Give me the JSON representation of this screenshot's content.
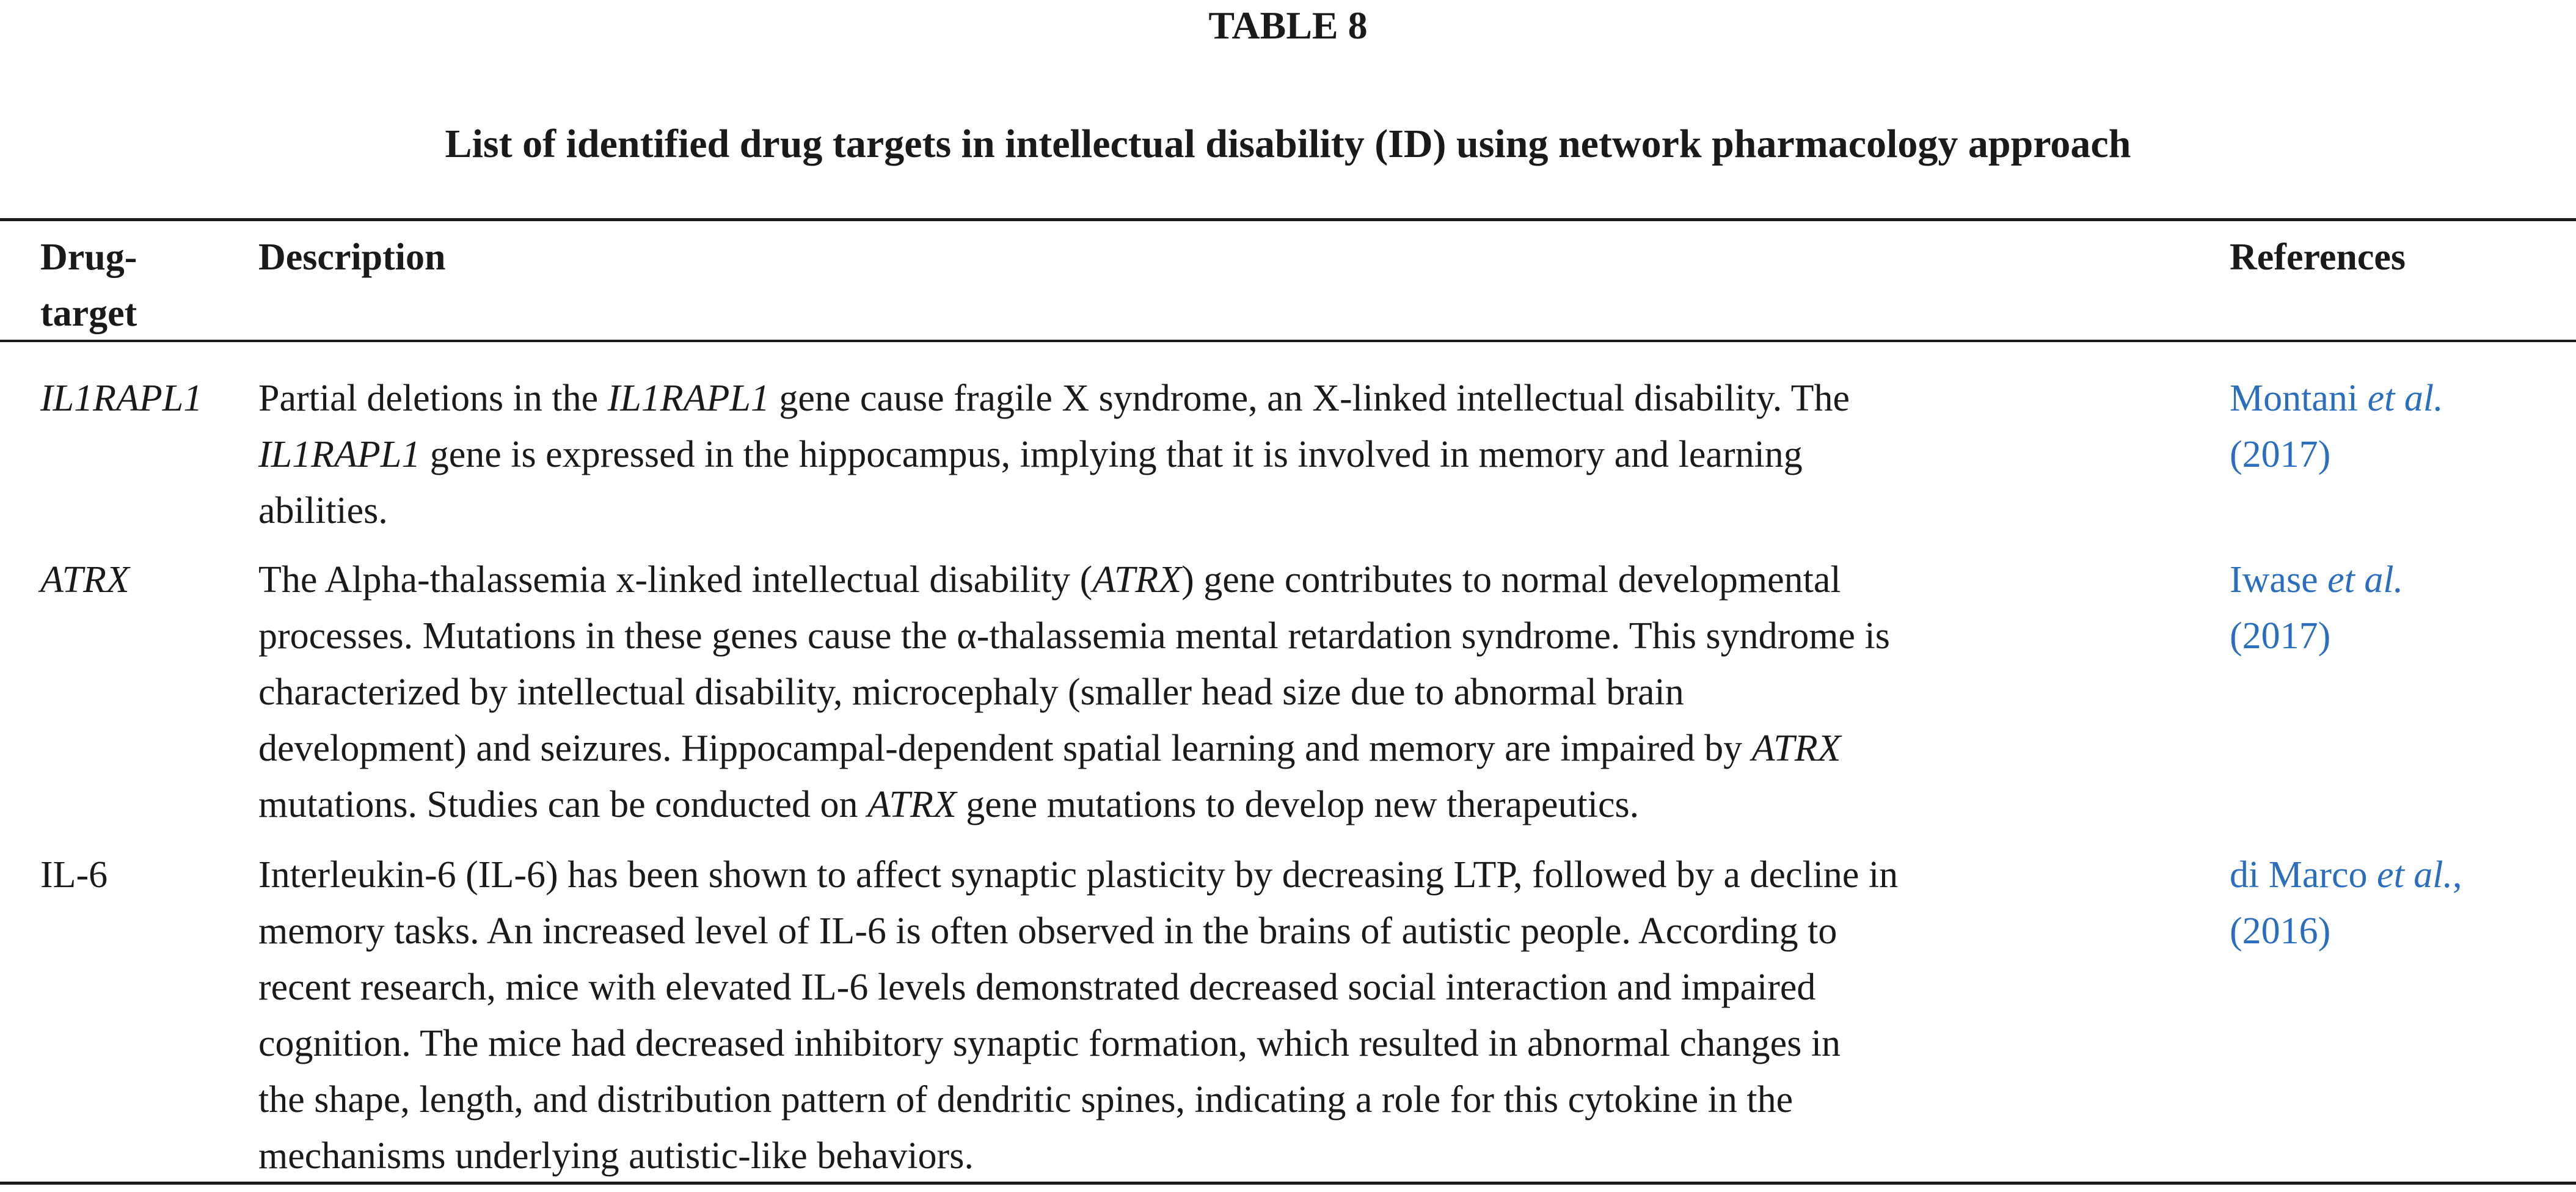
{
  "table": {
    "label": "TABLE 8",
    "caption": "List of identified drug targets in intellectual disability (ID) using network pharmacology approach",
    "headers": {
      "drug_target_line1": "Drug-",
      "drug_target_line2": "target",
      "description": "Description",
      "references": "References"
    },
    "rows": [
      {
        "target": "IL1RAPL1",
        "target_italic": true,
        "description_lines": [
          [
            {
              "t": "Partial deletions in the "
            },
            {
              "t": "IL1RAPL1",
              "i": true
            },
            {
              "t": " gene cause fragile X syndrome, an X-linked intellectual disability. The"
            }
          ],
          [
            {
              "t": "IL1RAPL1",
              "i": true
            },
            {
              "t": " gene is expressed in the hippocampus, implying that it is involved in memory and learning"
            }
          ],
          [
            {
              "t": "abilities."
            }
          ]
        ],
        "reference_lines": [
          [
            {
              "t": "Montani "
            },
            {
              "t": "et al.",
              "i": true
            }
          ],
          [
            {
              "t": "(2017)"
            }
          ]
        ]
      },
      {
        "target": "ATRX",
        "target_italic": true,
        "description_lines": [
          [
            {
              "t": "The Alpha-thalassemia x-linked intellectual disability ("
            },
            {
              "t": "ATRX",
              "i": true
            },
            {
              "t": ") gene contributes to normal developmental"
            }
          ],
          [
            {
              "t": "processes. Mutations in these genes cause the α-thalassemia mental retardation syndrome. This syndrome is"
            }
          ],
          [
            {
              "t": "characterized by intellectual disability, microcephaly (smaller head size due to abnormal brain"
            }
          ],
          [
            {
              "t": "development) and seizures. Hippocampal-dependent spatial learning and memory are impaired by "
            },
            {
              "t": "ATRX",
              "i": true
            }
          ],
          [
            {
              "t": "mutations. Studies can be conducted on "
            },
            {
              "t": "ATRX",
              "i": true
            },
            {
              "t": " gene mutations to develop new therapeutics."
            }
          ]
        ],
        "reference_lines": [
          [
            {
              "t": "Iwase "
            },
            {
              "t": "et al.",
              "i": true
            }
          ],
          [
            {
              "t": "(2017)"
            }
          ]
        ]
      },
      {
        "target": "IL-6",
        "target_italic": false,
        "description_lines": [
          [
            {
              "t": "Interleukin-6 (IL-6) has been shown to affect synaptic plasticity by decreasing LTP, followed by a decline in"
            }
          ],
          [
            {
              "t": "memory tasks. An increased level of IL-6 is often observed in the brains of autistic people. According to"
            }
          ],
          [
            {
              "t": "recent research, mice with elevated IL-6 levels demonstrated decreased social interaction and impaired"
            }
          ],
          [
            {
              "t": "cognition. The mice had decreased inhibitory synaptic formation, which resulted in abnormal changes in"
            }
          ],
          [
            {
              "t": "the shape, length, and distribution pattern of dendritic spines, indicating a role for this cytokine in the"
            }
          ],
          [
            {
              "t": "mechanisms underlying autistic-like behaviors."
            }
          ]
        ],
        "reference_lines": [
          [
            {
              "t": "di Marco "
            },
            {
              "t": "et al.",
              "i": true
            },
            {
              "t": ","
            }
          ],
          [
            {
              "t": "(2016)"
            }
          ]
        ]
      }
    ]
  }
}
